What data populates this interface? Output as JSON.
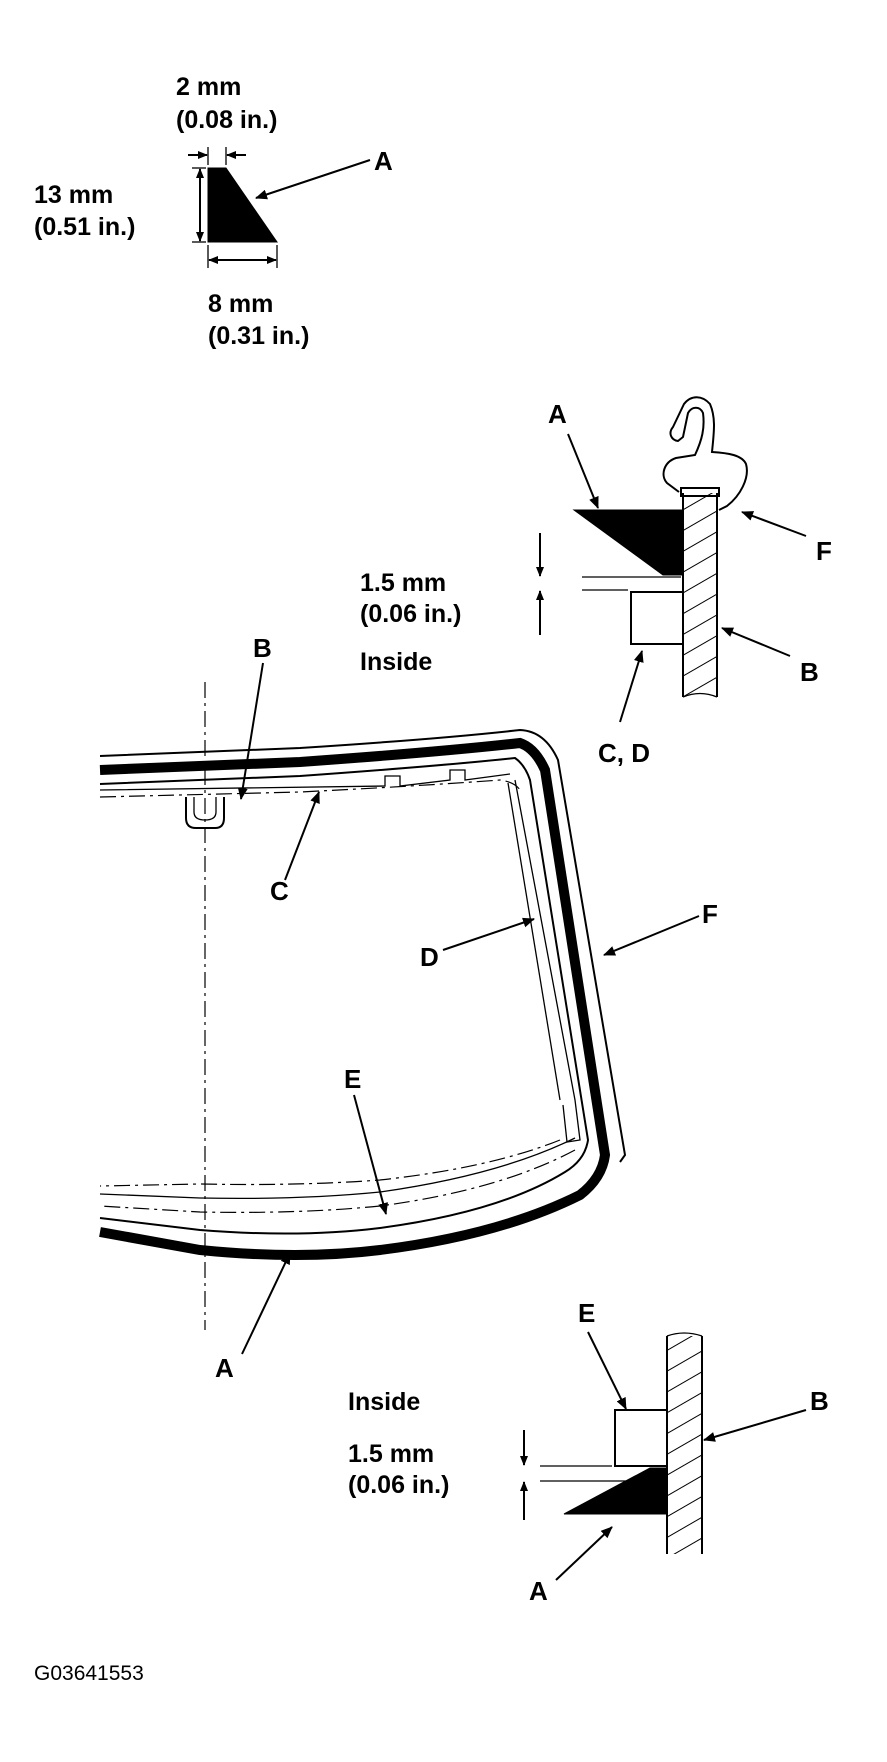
{
  "figure_code": "G03641553",
  "profile": {
    "top_width": "2 mm",
    "top_width_in": "(0.08 in.)",
    "height": "13 mm",
    "height_in": "(0.51 in.)",
    "bottom_width": "8 mm",
    "bottom_width_in": "(0.31 in.)",
    "label": "A"
  },
  "upper_detail": {
    "gap": "1.5 mm",
    "gap_in": "(0.06 in.)",
    "side_text": "Inside",
    "labels": {
      "a": "A",
      "b": "B",
      "cd": "C, D",
      "f": "F"
    }
  },
  "main_view": {
    "labels": {
      "a": "A",
      "b": "B",
      "c": "C",
      "d": "D",
      "e": "E",
      "f": "F"
    }
  },
  "lower_detail": {
    "gap": "1.5 mm",
    "gap_in": "(0.06 in.)",
    "side_text": "Inside",
    "labels": {
      "a": "A",
      "b": "B",
      "e": "E"
    }
  }
}
